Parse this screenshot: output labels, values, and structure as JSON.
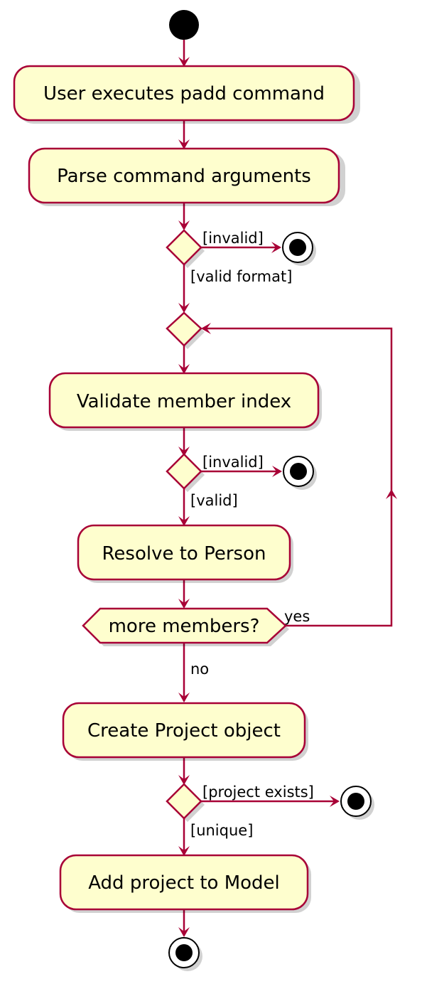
{
  "colors": {
    "activity_fill": "#FEFECE",
    "border": "#A80036",
    "node": "#000000"
  },
  "activities": {
    "execute": "User executes padd command",
    "parse": "Parse command arguments",
    "validate": "Validate member index",
    "resolve": "Resolve to Person",
    "create": "Create Project object",
    "add": "Add project to Model"
  },
  "decisions": {
    "format": {
      "fail": "[invalid]",
      "pass": "[valid format]"
    },
    "index": {
      "fail": "[invalid]",
      "pass": "[valid]"
    },
    "loop": {
      "question": "more members?",
      "yes": "yes",
      "no": "no"
    },
    "exists": {
      "fail": "[project exists]",
      "pass": "[unique]"
    }
  }
}
